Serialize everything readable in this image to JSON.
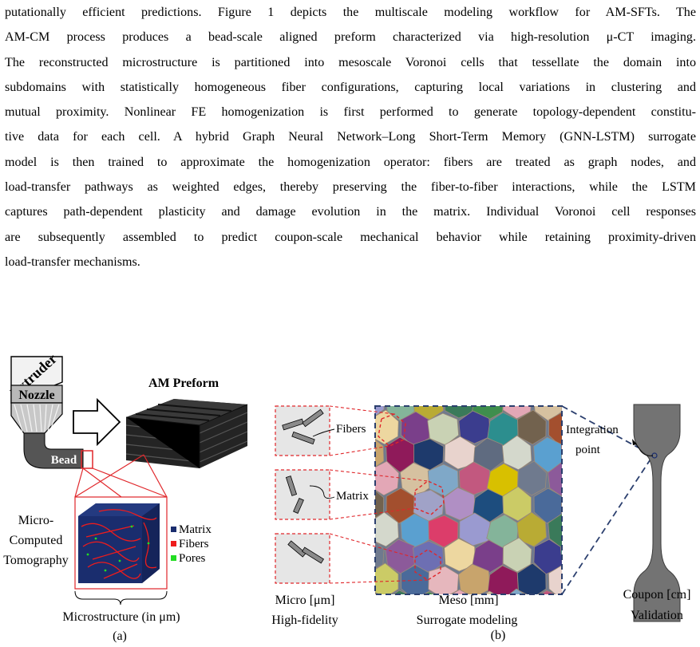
{
  "paragraph": {
    "lines": [
      "putationally efficient predictions. Figure 1 depicts the multiscale modeling workflow for AM-SFTs. The",
      "AM-CM process produces a bead-scale aligned preform characterized via high-resolution μ-CT imaging.",
      "The reconstructed microstructure is partitioned into mesoscale Voronoi cells that tessellate the domain into",
      "subdomains with statistically homogeneous fiber configurations, capturing local variations in clustering and",
      "mutual proximity. Nonlinear FE homogenization is first performed to generate topology-dependent constitu-",
      "tive data for each cell. A hybrid Graph Neural Network–Long Short-Term Memory (GNN-LSTM) surrogate",
      "model is then trained to approximate the homogenization operator: fibers are treated as graph nodes, and",
      "load-transfer pathways as weighted edges, thereby preserving the fiber-to-fiber interactions, while the LSTM",
      "captures path-dependent plasticity and damage evolution in the matrix. Individual Voronoi cell responses",
      "are subsequently assembled to predict coupon-scale mechanical behavior while retaining proximity-driven",
      "load-transfer mechanisms."
    ]
  },
  "figure": {
    "panel_a": {
      "extruder": "Extruder",
      "nozzle": "Nozzle",
      "bead": "Bead",
      "preform_title": "AM Preform",
      "ct_label": [
        "Micro-",
        "Computed",
        "Tomography"
      ],
      "legend": [
        {
          "label": "Matrix",
          "color": "#1a2d6e"
        },
        {
          "label": "Fibers",
          "color": "#ee1c1c"
        },
        {
          "label": "Pores",
          "color": "#22dd22"
        }
      ],
      "microstructure_label": "Microstructure (in μm)",
      "caption": "(a)"
    },
    "panel_b": {
      "fibers_label": "Fibers",
      "matrix_label": "Matrix",
      "integration_label": [
        "Integration",
        "point"
      ],
      "micro_label": "Micro [μm]",
      "high_fidelity": "High-fidelity",
      "meso_label": "Meso [mm]",
      "surrogate": "Surrogate modeling",
      "coupon_label": "Coupon [cm]",
      "validation": "Validation",
      "caption": "(b)"
    },
    "colors": {
      "dash_red": "#e0262a",
      "dash_blue": "#2b3f6e",
      "preform_dark": "#2a2a2a",
      "coupon_gray": "#737373",
      "meso_cells": [
        "#9a9ad0",
        "#e3a7b6",
        "#6f7a8e",
        "#c9d2b4",
        "#a0a2c7",
        "#e6b7bd",
        "#5f6b80",
        "#84b49a",
        "#d6c1a0",
        "#8c5a9a",
        "#3b3d8e",
        "#b08fc4",
        "#c8a46c",
        "#d4d8cc",
        "#b9ab34",
        "#7fa8c8",
        "#6d6fb3",
        "#2c8e8e",
        "#1d4d7e",
        "#8f1a5a",
        "#5aa0d0",
        "#3a7a5a",
        "#c2587f",
        "#edd7a0",
        "#72624e",
        "#cbcb66",
        "#1e3a6c",
        "#dc3d6a",
        "#3f8e4e",
        "#d8c000",
        "#7a3f8a",
        "#a34f2e",
        "#4a6a9a",
        "#e8d3cd"
      ]
    }
  }
}
